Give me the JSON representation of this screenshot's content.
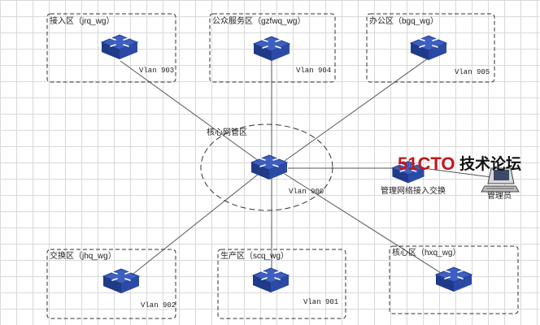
{
  "zones": {
    "top_left": {
      "label": "接入区（jrq_wg）",
      "vlan": "Vlan 903"
    },
    "top_mid": {
      "label": "公众服务区（gzfwq_wg）",
      "vlan": "Vlan 904"
    },
    "top_right": {
      "label": "办公区（bgq_wg）",
      "vlan": "Vlan 905"
    },
    "bottom_left": {
      "label": "交换区（jhq_wg）",
      "vlan": "Vlan 902"
    },
    "bottom_mid": {
      "label": "生产区（scq_wg）",
      "vlan": "Vlan 901"
    },
    "bottom_right": {
      "label": "核心区（hxq_wg）",
      "vlan": ""
    }
  },
  "core": {
    "label": "核心网管区",
    "vlan": "Vlan 900"
  },
  "mgmt": {
    "switch_label": "管理网络接入交换",
    "pc_label": "管理员"
  },
  "watermark": {
    "left": "51CTO",
    "right": "技术论坛"
  },
  "colors": {
    "switch_top": "#3d5fc0",
    "switch_side": "#1f3680",
    "line": "#555555",
    "dash": "#333333",
    "watermark_red": "#c0171d"
  }
}
